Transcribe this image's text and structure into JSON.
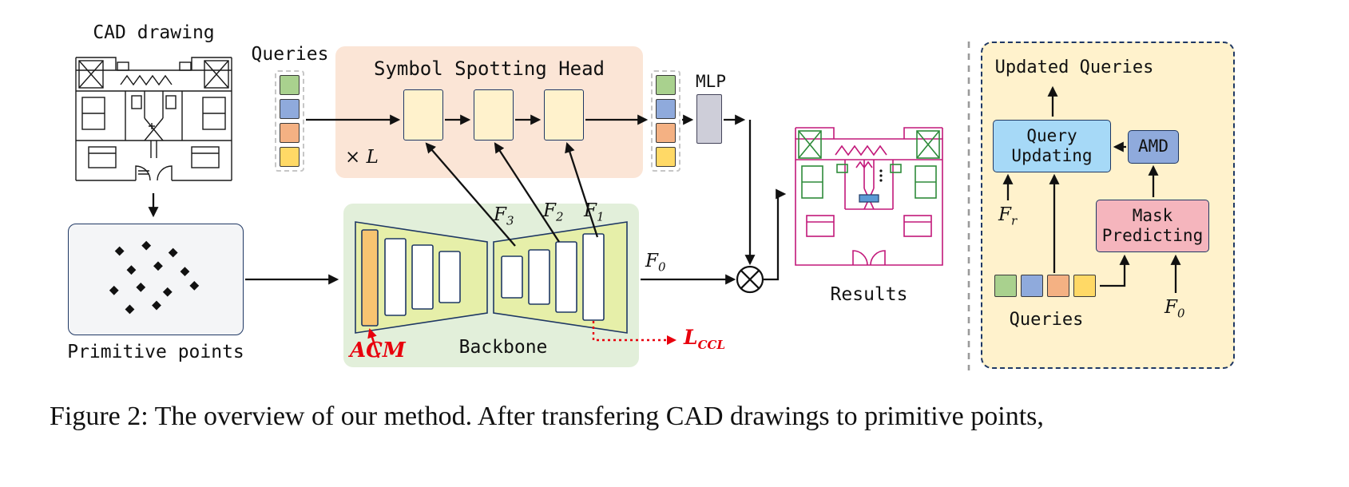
{
  "figure": {
    "caption": "Figure 2: The overview of our method. After transfering CAD drawings to primitive points,"
  },
  "pipeline": {
    "cad_drawing_label": "CAD drawing",
    "primitive_points_label": "Primitive points",
    "queries_label": "Queries",
    "head_title": "Symbol Spotting Head",
    "head_repeat": "× L",
    "mlp_label": "MLP",
    "results_label": "Results",
    "backbone_label": "Backbone",
    "acm_label": "ACM",
    "f3": {
      "base": "F",
      "sub": "3"
    },
    "f2": {
      "base": "F",
      "sub": "2"
    },
    "f1": {
      "base": "F",
      "sub": "1"
    },
    "f0": {
      "base": "F",
      "sub": "0"
    },
    "lccl": {
      "base": "L",
      "sub": "CCL"
    },
    "input_tokens": [
      "green",
      "blue",
      "orange",
      "yellow"
    ],
    "output_tokens": [
      "green",
      "blue",
      "orange",
      "yellow"
    ]
  },
  "amd_panel": {
    "updated_queries_label": "Updated Queries",
    "query_updating_label": "Query Updating",
    "amd_label": "AMD",
    "mask_predicting_label": "Mask Predicting",
    "queries_label": "Queries",
    "fr": {
      "base": "F",
      "sub": "r"
    },
    "f0": {
      "base": "F",
      "sub": "0"
    },
    "tokens": [
      "green",
      "blue",
      "orange",
      "yellow"
    ]
  },
  "colors": {
    "green": "#a9d18e",
    "blue": "#8faadc",
    "orange": "#f4b183",
    "yellow": "#ffd966",
    "head_bg": "#fbe5d6",
    "block_bg": "#fff2cc",
    "backbone_bg": "#e2efda",
    "trapezoid_fill": "#e6efa9",
    "acm_fill": "#f8c471",
    "mlp_bg": "#ceced9",
    "panel_bg": "#fff2cc",
    "query_updating_bg": "#a6d9f7",
    "amd_bg": "#8faadc",
    "mask_predicting_bg": "#f5b5bd",
    "navy_border": "#1f3864",
    "accent_red": "#e8000d",
    "results_magenta": "#c2187a",
    "results_green": "#2e8b3a",
    "results_blue": "#5b9bd5"
  }
}
